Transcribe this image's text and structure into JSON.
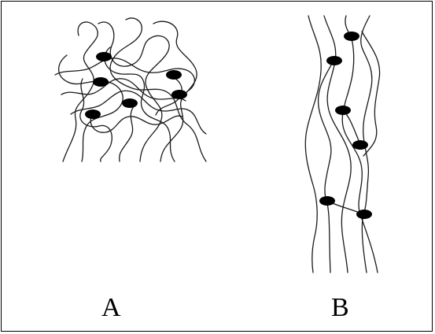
{
  "figure": {
    "labels": {
      "a": "A",
      "b": "B"
    },
    "panels": [
      {
        "id": "a",
        "description_kind": "tangled-network",
        "crosslinks": 6
      },
      {
        "id": "b",
        "description_kind": "aligned-network",
        "crosslinks": 6
      }
    ],
    "colors": {
      "line": "#1a1a1a",
      "dot": "#000000",
      "frame": "#000000"
    }
  }
}
